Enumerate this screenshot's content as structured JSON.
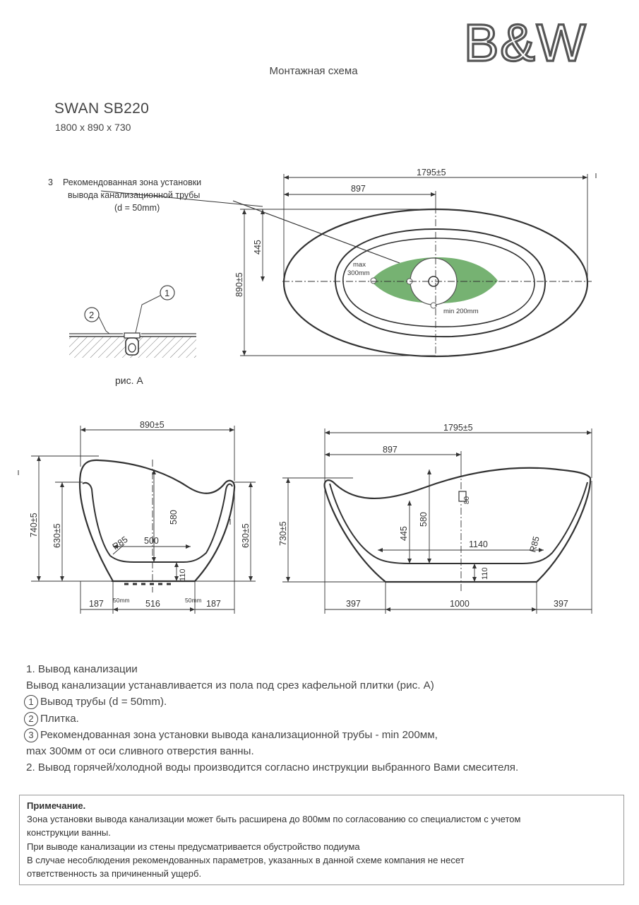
{
  "brand": {
    "logo_text": "B&W"
  },
  "header": {
    "subtitle": "Монтажная схема",
    "model": "SWAN SB220",
    "dimensions": "1800 x 890 x 730"
  },
  "top_view": {
    "callout_number": "3",
    "callout_line1": "Рекомендованная зона установки",
    "callout_line2": "вывода канализационной трубы",
    "callout_line3": "(d = 50mm)",
    "dim_length": "1795±5",
    "dim_half": "897",
    "dim_width": "890±5",
    "dim_445": "445",
    "zone_max": "max",
    "zone_max_value": "300mm",
    "zone_min": "min 200mm",
    "zone_color": "#76b272"
  },
  "fig_a": {
    "marker_1": "1",
    "marker_2": "2",
    "caption": "рис. А"
  },
  "side_view": {
    "dim_890": "890±5",
    "dim_740": "740±5",
    "dim_630_left": "630±5",
    "dim_630_right": "630±5",
    "dim_580": "580",
    "dim_r85": "R85",
    "dim_500": "500",
    "dim_110": "110",
    "dim_187_left": "187",
    "dim_516": "516",
    "dim_187_right": "187",
    "dim_50_left": "50mm",
    "dim_50_right": "50mm"
  },
  "front_view": {
    "dim_1795": "1795±5",
    "dim_897": "897",
    "dim_80": "80",
    "dim_730": "730±5",
    "dim_580": "580",
    "dim_445": "445",
    "dim_1140": "1140",
    "dim_110": "110",
    "dim_r": "R85",
    "dim_397_left": "397",
    "dim_1000": "1000",
    "dim_397_right": "397"
  },
  "notes": {
    "line1": "1. Вывод канализации",
    "line2": "Вывод канализации устанавливается из пола под срез кафельной плитки (рис. А)",
    "marker1": "1",
    "line3": "Вывод трубы (d = 50mm).",
    "marker2": "2",
    "line4": "Плитка.",
    "marker3": "3",
    "line5": "Рекомендованная зона установки вывода канализационной трубы - min 200мм,",
    "line6": "max 300мм от оси сливного отверстия ванны.",
    "line7": "2. Вывод горячей/холодной воды производится согласно инструкции выбранного Вами смесителя."
  },
  "note_box": {
    "heading": "Примечание.",
    "line1": "Зона установки вывода канализации может быть расширена до 800мм по согласованию со специалистом с учетом",
    "line2": "конструкции ванны.",
    "line3": "При выводе канализации из стены предусматривается обустройство подиума",
    "line4": "В случае несоблюдения рекомендованных параметров, указанных в данной схеме компания не несет",
    "line5": "ответственность за причиненный ущерб."
  }
}
